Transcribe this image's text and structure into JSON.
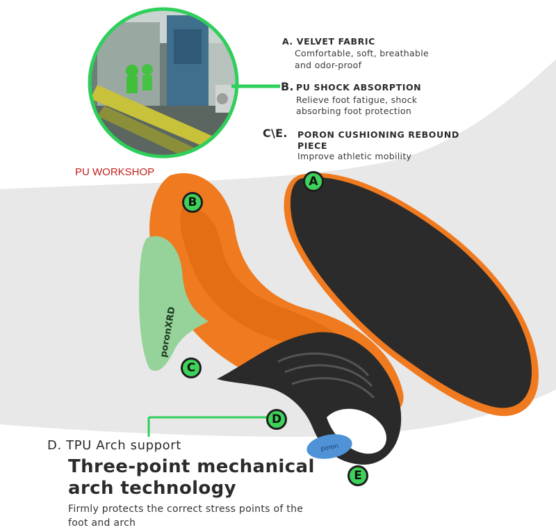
{
  "features": {
    "a": {
      "title": "A. VELVET FABRIC",
      "desc_line1": "Comfortable, soft, breathable",
      "desc_line2": "and odor-proof"
    },
    "b": {
      "prefix": "B.",
      "title": "PU SHOCK ABSORPTION",
      "desc_line1": "Relieve foot fatigue,  shock",
      "desc_line2": "absorbing foot protection"
    },
    "ce": {
      "prefix": "C\\E.",
      "title_line1": "PORON CUSHIONING REBOUND",
      "title_line2": "PIECE",
      "desc": "Improve athletic mobility"
    }
  },
  "workshop": {
    "label": "PU WORKSHOP"
  },
  "badges": {
    "a": "A",
    "b": "B",
    "c": "C",
    "d": "D",
    "e": "E"
  },
  "insert_logo": "poronXRD",
  "bottom": {
    "d_title": "D. TPU Arch support",
    "headline_line1": "Three-point mechanical",
    "headline_line2": "arch technology",
    "sub_line1": "Firmly protects the correct stress points of the",
    "sub_line2": "foot and arch"
  },
  "colors": {
    "accent_green": "#3fd25a",
    "orange": "#f07a1f",
    "insole_black": "#2b2b2b",
    "swoosh_gray": "#e7e7e7",
    "workshop_red": "#c0201f"
  }
}
